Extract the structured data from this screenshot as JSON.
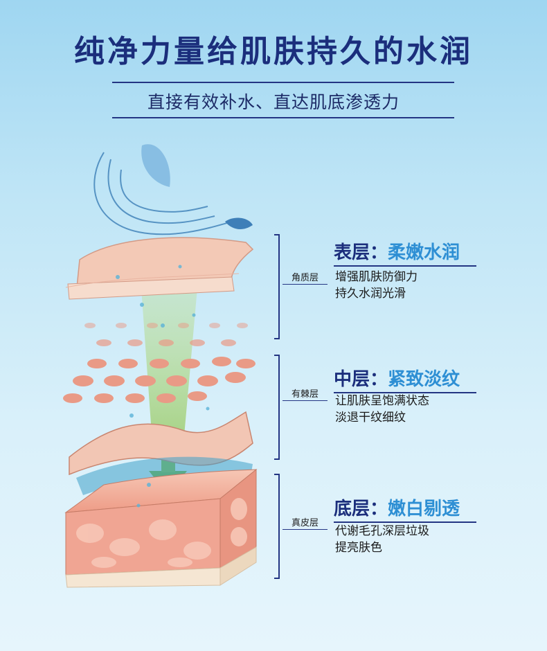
{
  "header": {
    "title": "纯净力量给肌肤持久的水润",
    "subtitle": "直接有效补水、直达肌底渗透力"
  },
  "layers": [
    {
      "tag": "角质层",
      "head_main": "表层：",
      "head_accent": "柔嫩水润",
      "lines": [
        "增强肌肤防御力",
        "持久水润光滑"
      ]
    },
    {
      "tag": "有棘层",
      "head_main": "中层：",
      "head_accent": "紧致淡纹",
      "lines": [
        "让肌肤呈饱满状态",
        "淡退干纹细纹"
      ]
    },
    {
      "tag": "真皮层",
      "head_main": "底层：",
      "head_accent": "嫩白剔透",
      "lines": [
        "代谢毛孔深层垃圾",
        "提亮肤色"
      ]
    }
  ],
  "colors": {
    "navy": "#1b2e7c",
    "accent": "#2e8fd4",
    "skin": "#f1c5b3",
    "skin_dark": "#d98b78",
    "green": "#a9d36a"
  }
}
